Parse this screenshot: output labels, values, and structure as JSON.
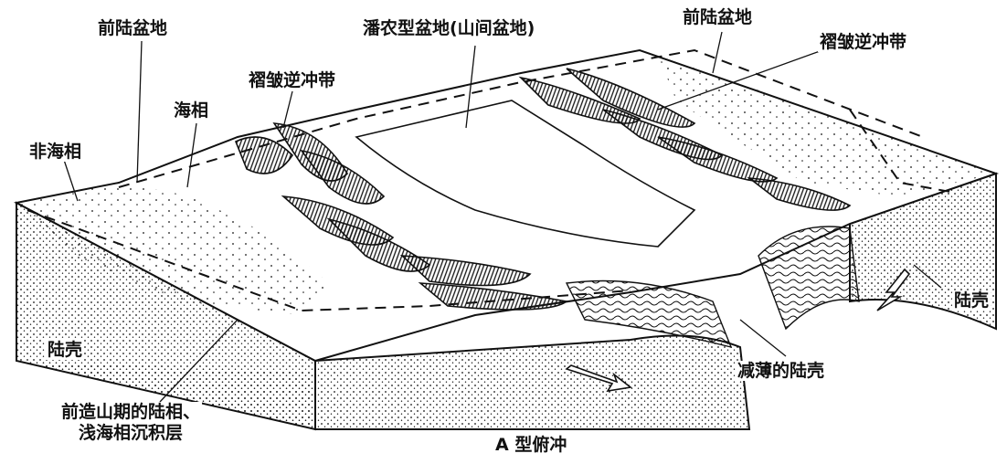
{
  "labels": {
    "foreland_basin_left": "前陆盆地",
    "piggyback_basin": "潘农型盆地(山间盆地)",
    "foreland_basin_right": "前陆盆地",
    "fold_thrust_belt_right": "褶皱逆冲带",
    "fold_thrust_belt_left": "褶皱逆冲带",
    "marine_facies": "海相",
    "non_marine_facies": "非海相",
    "continental_crust_left": "陆壳",
    "continental_crust_right": "陆壳",
    "thinned_crust": "减薄的陆壳",
    "preorogenic_strata_line1": "前造山期的陆相、",
    "preorogenic_strata_line2": "浅海相沉积层",
    "a_subduction": "A 型俯冲"
  },
  "colors": {
    "ink": "#111111",
    "paper": "#ffffff"
  }
}
